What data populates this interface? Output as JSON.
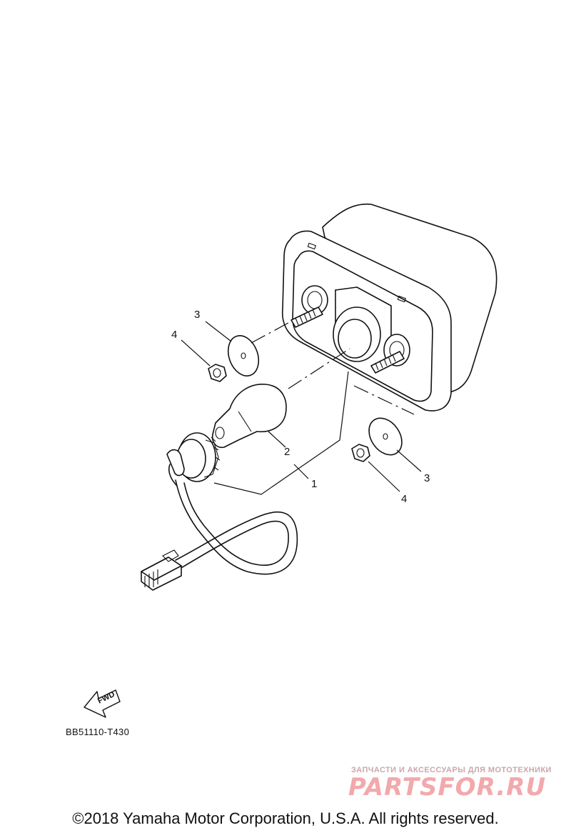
{
  "diagram": {
    "callouts": {
      "c1": "1",
      "c2": "2",
      "c3a": "3",
      "c3b": "3",
      "c4a": "4",
      "c4b": "4"
    },
    "fwd_label": "FWD",
    "part_code": "BB51110-T430"
  },
  "watermark": {
    "tagline": "ЗАПЧАСТИ И АКСЕССУАРЫ ДЛЯ МОТОТЕХНИКИ",
    "brand": "PARTSFOR.RU"
  },
  "footer": {
    "copyright": "©2018 Yamaha Motor Corporation, U.S.A. All rights reserved."
  }
}
